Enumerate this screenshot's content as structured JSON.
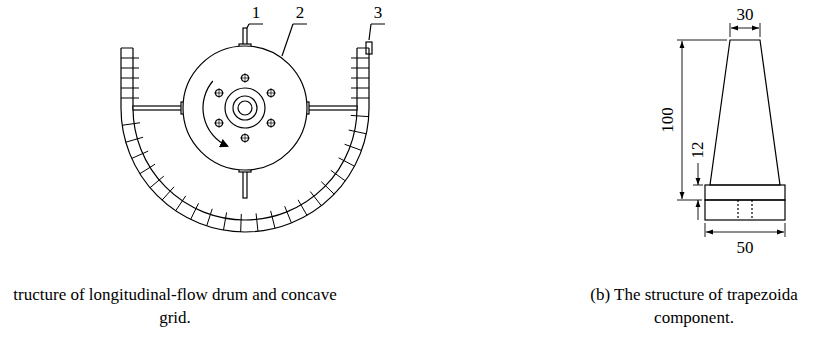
{
  "diagram": {
    "labels": [
      "1",
      "2",
      "3",
      "30",
      "100",
      "12",
      "50",
      "tructure of longitudinal-flow drum and concave grid.",
      "(b) The structure of trapezoida component."
    ]
  }
}
